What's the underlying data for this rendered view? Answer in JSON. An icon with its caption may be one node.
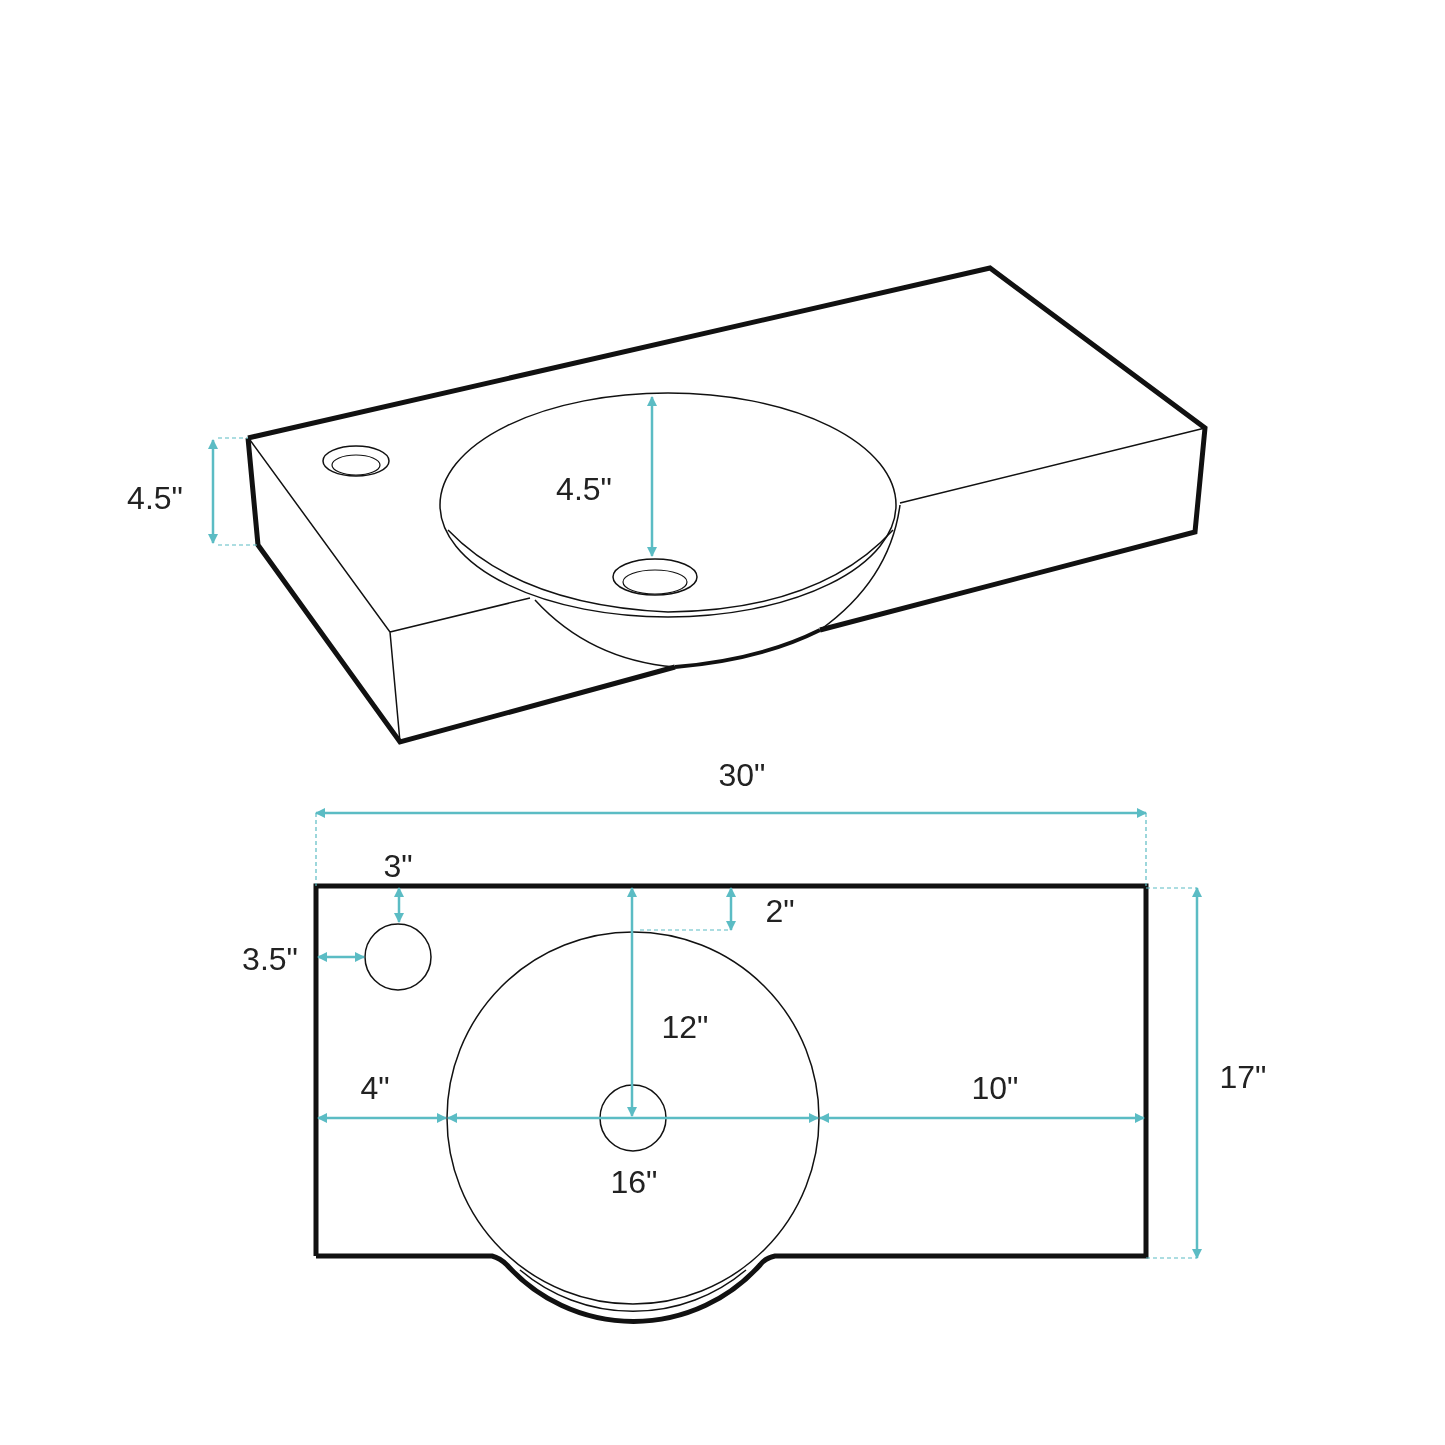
{
  "diagram": {
    "labels": [
      "4.5\"",
      "4.5\"",
      "30\"",
      "3\"",
      "2\"",
      "3.5\"",
      "12\"",
      "4\"",
      "10\"",
      "17\"",
      "16\""
    ]
  }
}
